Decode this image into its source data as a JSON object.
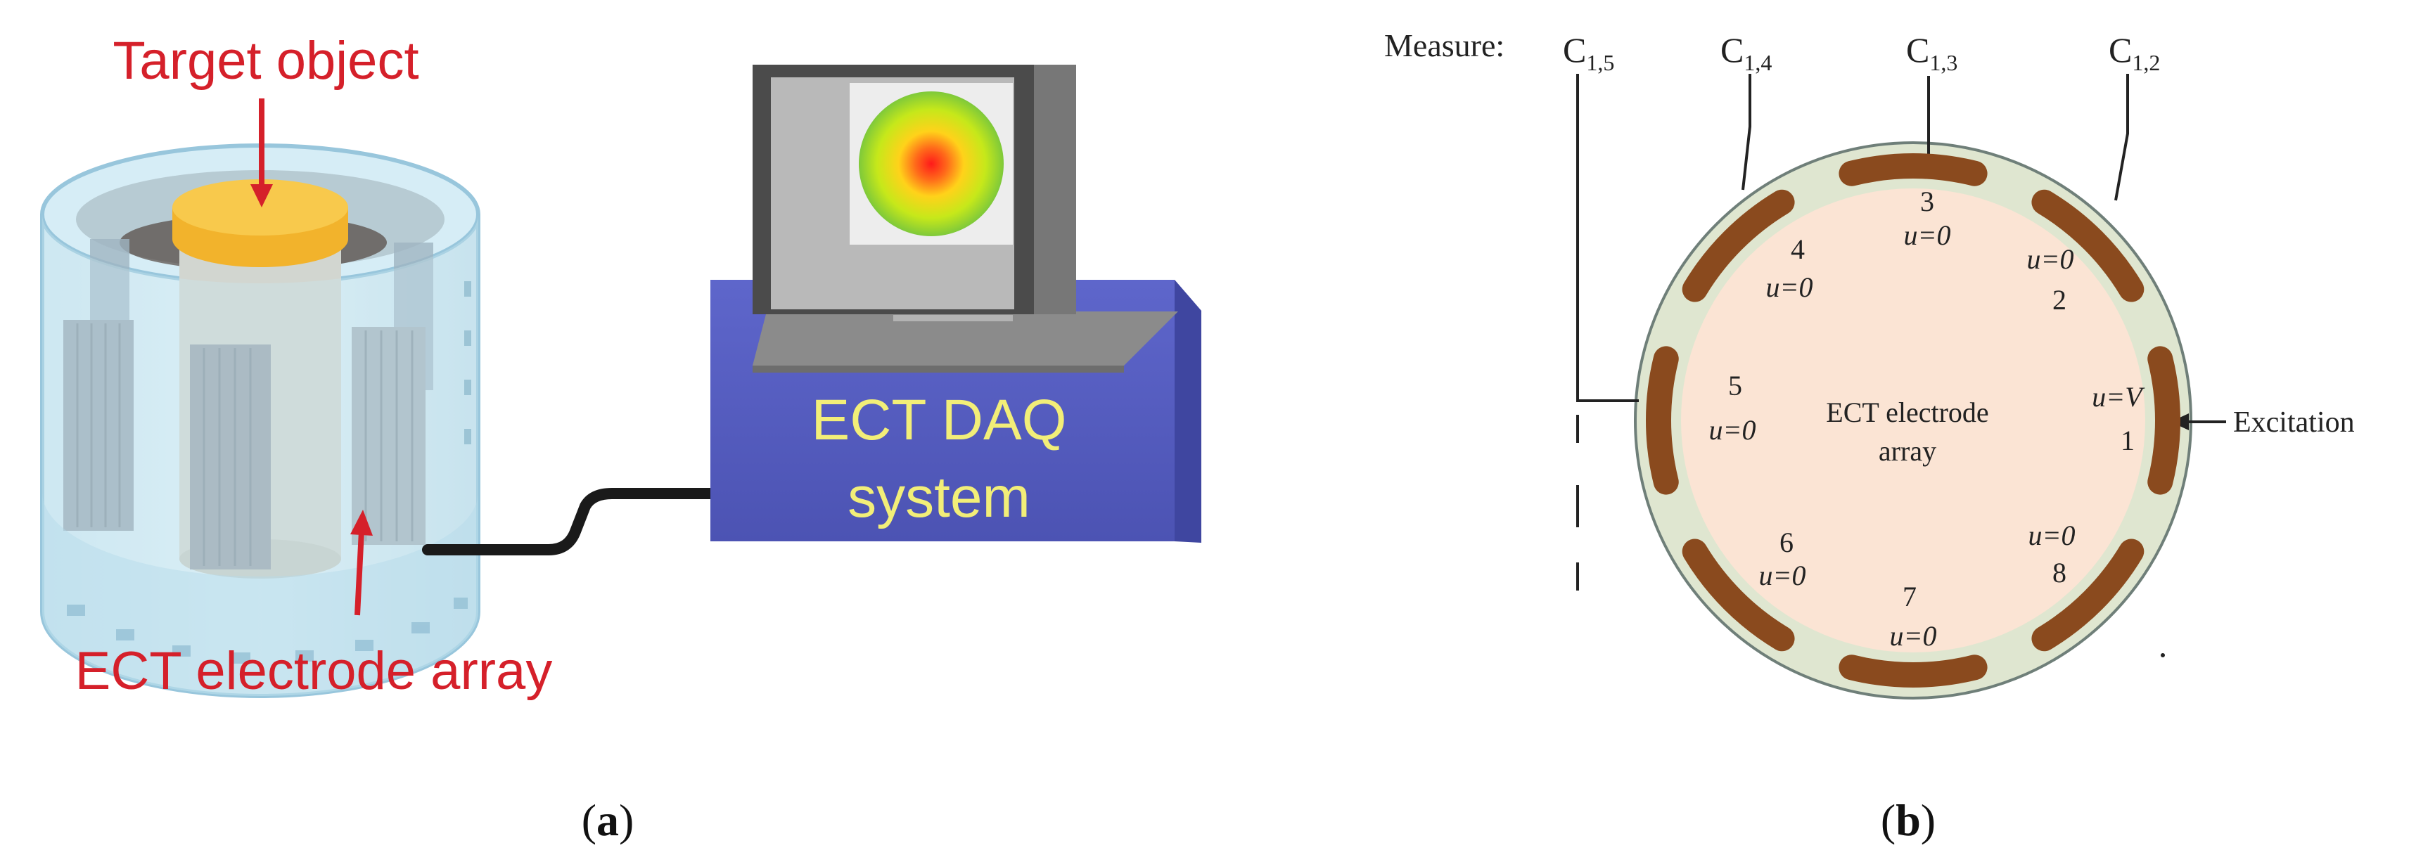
{
  "panel_a": {
    "caption_open": "(",
    "caption_letter": "a",
    "caption_close": ")",
    "target_label": "Target object",
    "electrode_label": "ECT electrode array",
    "daq_line1": "ECT DAQ",
    "daq_line2": "system"
  },
  "panel_b": {
    "caption_open": "(",
    "caption_letter": "b",
    "caption_close": ")",
    "measure_label": "Measure:",
    "capacitances": [
      {
        "base": "C",
        "sub": "1,5"
      },
      {
        "base": "C",
        "sub": "1,4"
      },
      {
        "base": "C",
        "sub": "1,3"
      },
      {
        "base": "C",
        "sub": "1,2"
      }
    ],
    "center_line1": "ECT electrode",
    "center_line2": "array",
    "excitation_label": "Excitation",
    "electrodes": [
      {
        "number": "1",
        "potential": "u=V"
      },
      {
        "number": "2",
        "potential": "u=0"
      },
      {
        "number": "3",
        "potential": "u=0"
      },
      {
        "number": "4",
        "potential": "u=0"
      },
      {
        "number": "5",
        "potential": "u=0"
      },
      {
        "number": "6",
        "potential": "u=0"
      },
      {
        "number": "7",
        "potential": "u=0"
      },
      {
        "number": "8",
        "potential": "u=0"
      }
    ]
  },
  "colors": {
    "red_label": "#d5202a",
    "daq_box": "#5b63c7",
    "daq_text": "#f2ee78",
    "electrode": "#8a4a1e",
    "ring_outer": "#dfe6d0",
    "ring_inner": "#fbe4d4"
  }
}
